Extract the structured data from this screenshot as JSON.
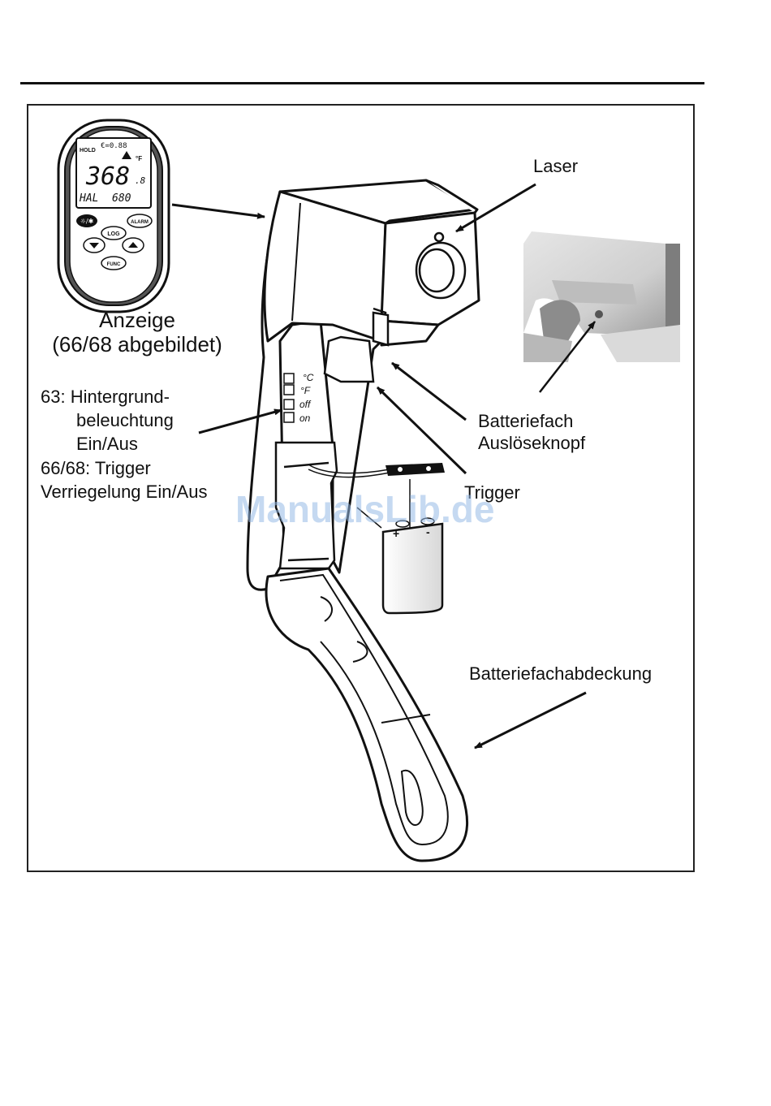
{
  "labels": {
    "laser": "Laser",
    "display_line1": "Anzeige",
    "display_line2": "(66/68 abgebildet)",
    "backlight_line1": "63: Hintergrund-",
    "backlight_line2": "beleuchtung",
    "backlight_line3": "Ein/Aus",
    "trigger_lock_line1": "66/68: Trigger",
    "trigger_lock_line2": "Verriegelung Ein/Aus",
    "battery_release_line1": "Batteriefach",
    "battery_release_line2": "Auslöseknopf",
    "trigger": "Trigger",
    "battery_cover": "Batteriefachabdeckung"
  },
  "display": {
    "hold": "HOLD",
    "emissivity": "€=0.88",
    "reading": "368",
    "decimal": ".8",
    "unit": "°F",
    "mode": "HAL",
    "mode_value": "680",
    "btn_backlight": "☼/✱",
    "btn_alarm": "ALARM",
    "btn_log": "LOG",
    "btn_func": "FUNC"
  },
  "switches": {
    "celsius": "°C",
    "fahrenheit": "°F",
    "off": "off",
    "on": "on"
  },
  "battery": {
    "plus": "+",
    "minus": "-"
  },
  "watermark": "ManualsLib.de",
  "colors": {
    "line": "#111111",
    "photo_gray": "#cfcfcf",
    "watermark": "#96b9e6"
  }
}
